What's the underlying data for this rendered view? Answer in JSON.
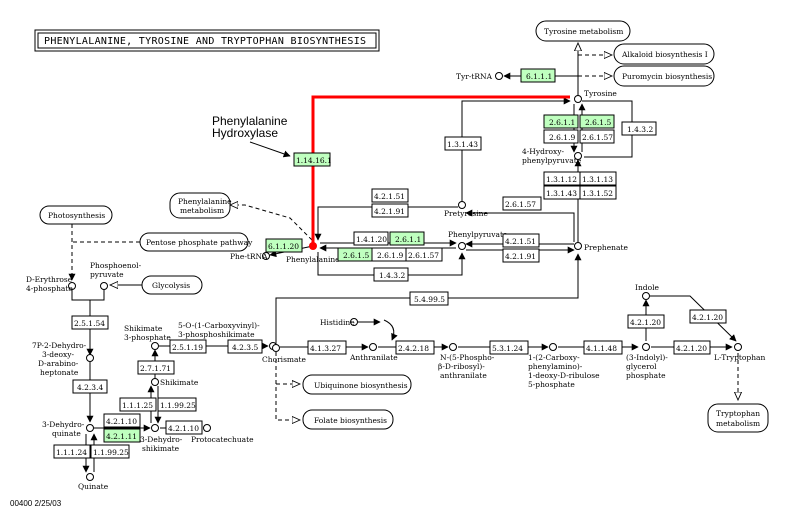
{
  "title": "PHENYLALANINE, TYROSINE AND TRYPTOPHAN BIOSYNTHESIS",
  "annotation": {
    "line1": "Phenylalanine",
    "line2": "Hydroxylase"
  },
  "footer": "00400  2/25/03",
  "colors": {
    "highlight": "#ff0000",
    "enzyme_found": "#bfffbf",
    "enzyme_plain": "#ffffff",
    "line": "#000000"
  },
  "maps": {
    "tyrosine_metabolism": "Tyrosine metabolism",
    "alkaloid": "Alkaloid biosynthesis I",
    "puromycin": "Puromycin biosynthesis",
    "phenylalanine_metabolism": [
      "Phenylalanine",
      "metabolism"
    ],
    "photosynthesis": "Photosynthesis",
    "pentose": "Pentose phosphate pathway",
    "glycolysis": "Glycolysis",
    "ubiquinone": "Ubiquinone biosynthesis",
    "folate": "Folate biosynthesis",
    "tryptophan_metabolism": [
      "Tryptophan",
      "metabolism"
    ]
  },
  "compounds": {
    "tyr_trna": "Tyr-tRNA",
    "tyrosine": "Tyrosine",
    "hydroxyphenylpyruvate": [
      "4-Hydroxy-",
      "phenylpyruvate"
    ],
    "pretyrosine": "Pretyrosine",
    "phe_trna": "Phe-tRNA",
    "phenylalanine": "Phenylalanine",
    "phenylpyruvate": "Phenylpyruvate",
    "prephenate": "Prephenate",
    "erythrose": [
      "D-Erythrose",
      "4-phosphate"
    ],
    "pep": [
      "Phosphoenol-",
      "pyruvate"
    ],
    "dahp": [
      "7P-2-Dehydro-",
      "3-deoxy-",
      "D-arabino-",
      "heptonate"
    ],
    "dehydroquinate": [
      "3-Dehydro-",
      "quinate"
    ],
    "quinate": "Quinate",
    "shikimate3p": [
      "Shikimate",
      "3-phosphate"
    ],
    "shikimate": "Shikimate",
    "dehydroshikimate": [
      "3-Dehydro-",
      "shikimate"
    ],
    "protocatechuate": "Protocatechuate",
    "epsp": [
      "5-O-(1-Carboxyvinyl)-",
      "3-phosphoshikimate"
    ],
    "chorismate": "Chorismate",
    "histidine": "Histidine",
    "anthranilate": "Anthranilate",
    "prpa": [
      "N-(5-Phospho-",
      "β-D-ribosyl)-",
      "anthranilate"
    ],
    "cdrp": [
      "1-(2-Carboxy-",
      "phenylamino)-",
      "1-deoxy-D-ribulose",
      "5-phosphate"
    ],
    "igp": [
      "(3-Indolyl)-",
      "glycerol",
      "phosphate"
    ],
    "indole": "Indole",
    "tryptophan": "L-Tryptophan"
  },
  "enzymes": {
    "e6111": "6.1.1.1",
    "e2611a": "2.6.1.1",
    "e2615a": "2.6.1.5",
    "e2619a": "2.6.1.9",
    "e26157a": "2.6.1.57",
    "e1432a": "1.4.3.2",
    "e13143a": "1.3.1.43",
    "e13112": "1.3.1.12",
    "e13113": "1.3.1.13",
    "e13143b": "1.3.1.43",
    "e13152": "1.3.1.52",
    "e114161": "1.14.16.1",
    "e42151a": "4.2.1.51",
    "e42191a": "4.2.1.91",
    "e26157b": "2.6.1.57",
    "e61120": "6.1.1.20",
    "e14120": "1.4.1.20",
    "e2611b": "2.6.1.1",
    "e2615b": "2.6.1.5",
    "e2619b": "2.6.1.9",
    "e26157c": "2.6.1.57",
    "e42151b": "4.2.1.51",
    "e42191b": "4.2.1.91",
    "e1432b": "1.4.3.2",
    "e54995": "5.4.99.5",
    "e25154": "2.5.1.54",
    "e4234": "4.2.3.4",
    "e25119": "2.5.1.19",
    "e4235": "4.2.3.5",
    "e27171": "2.7.1.71",
    "e11125": "1.1.1.25",
    "e11925": "1.1.99.25",
    "e42110a": "4.2.1.10",
    "e42111": "4.2.1.11",
    "e42110b": "4.2.1.10",
    "e11124": "1.1.1.24",
    "e11925b": "1.1.99.25",
    "e41327": "4.1.3.27",
    "e24218": "2.4.2.18",
    "e53124": "5.3.1.24",
    "e41148": "4.1.1.48",
    "e42120a": "4.2.1.20",
    "e42120b": "4.2.1.20",
    "e42120c": "4.2.1.20"
  }
}
